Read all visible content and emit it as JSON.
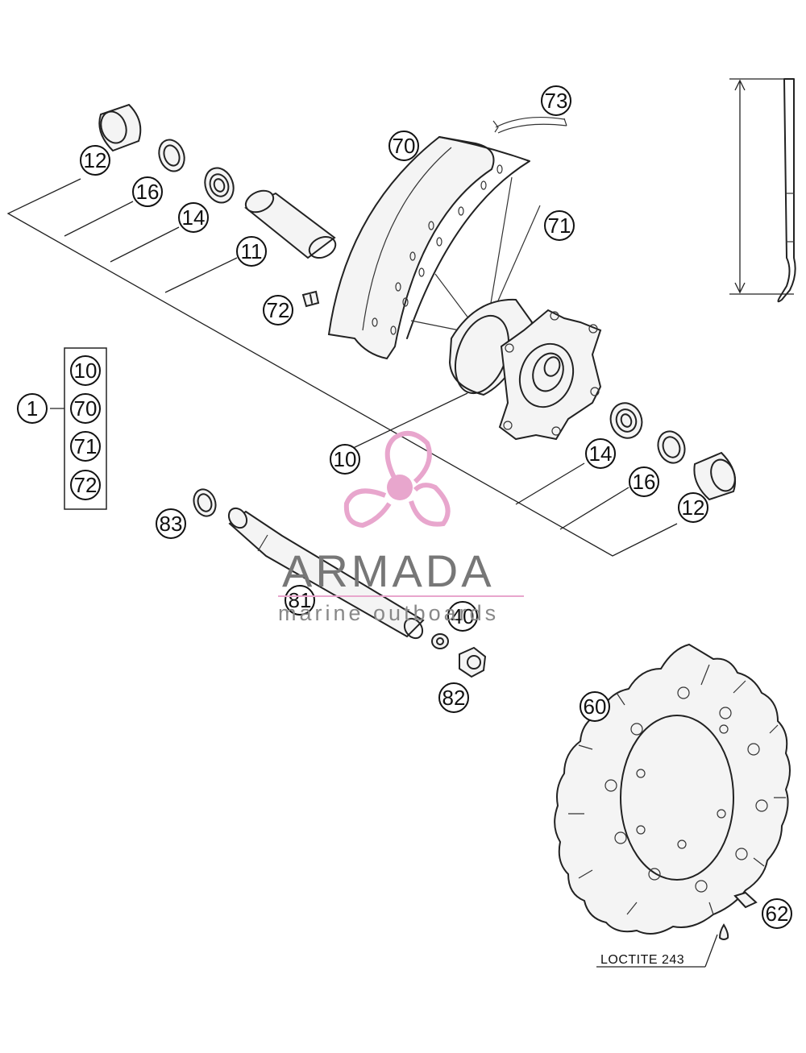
{
  "watermark": {
    "brand": "ARMADA",
    "tagline": "marine outboards",
    "logo_color": "#e8a6cd"
  },
  "note_loctite": "LOCTITE 243",
  "group": {
    "main": "1",
    "members": [
      "10",
      "70",
      "71",
      "72"
    ]
  },
  "callouts": {
    "c12a": "12",
    "c16a": "16",
    "c14a": "14",
    "c11": "11",
    "c70": "70",
    "c73": "73",
    "c71": "71",
    "c72": "72",
    "c10": "10",
    "c14b": "14",
    "c16b": "16",
    "c12b": "12",
    "c83": "83",
    "c81": "81",
    "c40": "40",
    "c82": "82",
    "c60": "60",
    "c62": "62"
  }
}
